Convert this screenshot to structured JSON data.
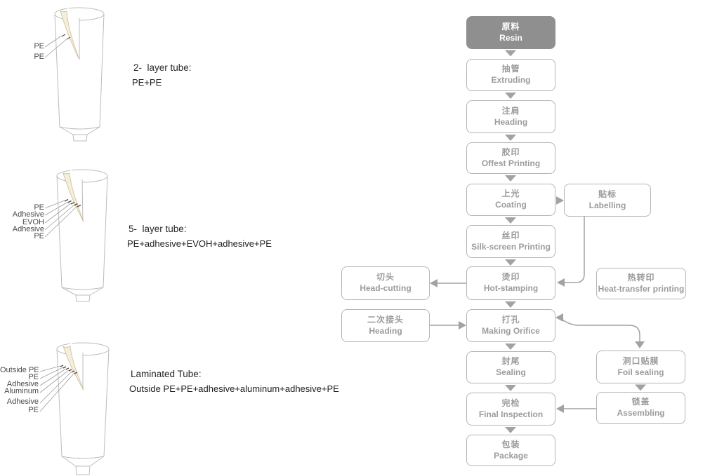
{
  "figure": {
    "tubes": [
      {
        "title": "2-  layer tube:",
        "composition": "PE+PE",
        "layers": [
          "PE",
          "PE"
        ]
      },
      {
        "title": "5-  layer tube:",
        "composition": "PE+adhesive+EVOH+adhesive+PE",
        "layers": [
          "PE",
          "Adhesive",
          "EVOH",
          "Adhesive",
          "PE"
        ]
      },
      {
        "title": "Laminated Tube:",
        "composition": "Outside PE+PE+adhesive+aluminum+adhesive+PE",
        "layers": [
          "Outside PE",
          "PE",
          "Adhesive",
          "Aluminum",
          "Adhesive",
          "PE"
        ]
      }
    ]
  },
  "flowchart": {
    "nodes": {
      "resin": {
        "zh": "原料",
        "en": "Resin"
      },
      "extruding": {
        "zh": "抽管",
        "en": "Extruding"
      },
      "heading": {
        "zh": "注肩",
        "en": "Heading"
      },
      "offset_printing": {
        "zh": "胶印",
        "en": "Offest Printing"
      },
      "coating": {
        "zh": "上光",
        "en": "Coating"
      },
      "labelling": {
        "zh": "贴标",
        "en": "Labelling"
      },
      "silk_screen": {
        "zh": "丝印",
        "en": "Silk-screen Printing"
      },
      "head_cutting": {
        "zh": "切头",
        "en": "Head-cutting"
      },
      "hot_stamping": {
        "zh": "烫印",
        "en": "Hot-stamping"
      },
      "heat_transfer": {
        "zh": "热转印",
        "en": "Heat-transfer printing"
      },
      "second_heading": {
        "zh": "二次接头",
        "en": "Heading"
      },
      "making_orifice": {
        "zh": "打孔",
        "en": "Making Orifice"
      },
      "sealing": {
        "zh": "封尾",
        "en": "Sealing"
      },
      "foil_sealing": {
        "zh": "洞口贴膜",
        "en": "Foil sealing"
      },
      "final_inspection": {
        "zh": "完检",
        "en": "Final Inspection"
      },
      "assembling": {
        "zh": "锁盖",
        "en": "Assembling"
      },
      "package": {
        "zh": "包装",
        "en": "Package"
      }
    },
    "colors": {
      "start_node_fill": "#8f8f8f",
      "start_node_text": "#ffffff",
      "node_border": "#b5b5b5",
      "node_text": "#9c9c9c",
      "arrow": "#a2a2a2",
      "tube_outline": "#bcbcbc",
      "flap_fill": "#f4eedd",
      "flap_edge": "#cdbd96"
    }
  }
}
